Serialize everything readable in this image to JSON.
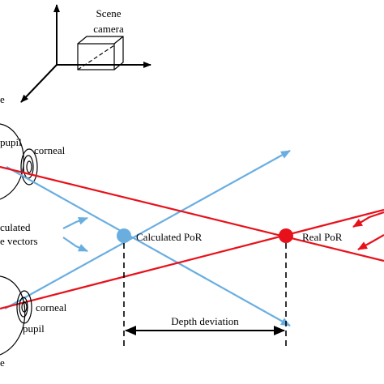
{
  "labels": {
    "scene_camera_line1": "Scene",
    "scene_camera_line2": "camera",
    "top_eye_edge": "e",
    "top_pupil": "pupil",
    "top_corneal": "corneal",
    "gaze_vectors_line1": "culated",
    "gaze_vectors_line2": "e vectors",
    "calculated_por": "Calculated PoR",
    "real_por": "Real PoR",
    "bottom_corneal": "corneal",
    "bottom_pupil": "pupil",
    "depth_deviation": "Depth deviation",
    "bottom_eye_edge": "e"
  },
  "colors": {
    "blue_gaze": "#6aaee0",
    "red_gaze": "#e8111b",
    "ink": "#000000",
    "background": "#ffffff"
  }
}
